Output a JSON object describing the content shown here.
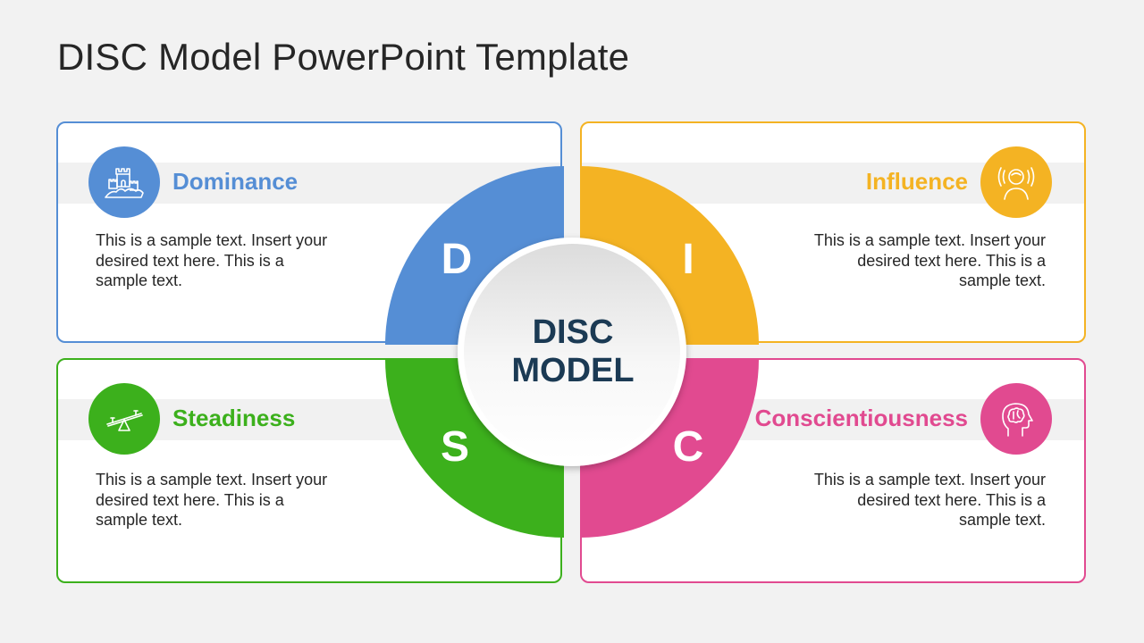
{
  "title": "DISC Model PowerPoint Template",
  "center": {
    "line1": "DISC",
    "line2": "MODEL"
  },
  "quadrants": [
    {
      "id": "dominance",
      "letter": "D",
      "heading": "Dominance",
      "text": "This is a sample text. Insert your desired text here. This is a sample text.",
      "color": "#558ed5",
      "icon": "castle-icon"
    },
    {
      "id": "influence",
      "letter": "I",
      "heading": "Influence",
      "text": "This is a sample text. Insert your desired text here. This is a sample text.",
      "color": "#f4b323",
      "icon": "speaking-person-icon"
    },
    {
      "id": "steadiness",
      "letter": "S",
      "heading": "Steadiness",
      "text": "This is a sample text. Insert your desired text here. This is a sample text.",
      "color": "#3cb01c",
      "icon": "seesaw-icon"
    },
    {
      "id": "conscientiousness",
      "letter": "C",
      "heading": "Conscientiousness",
      "text": "This is a sample text. Insert your desired text here. This is a sample text.",
      "color": "#e14a90",
      "icon": "brain-head-icon"
    }
  ]
}
